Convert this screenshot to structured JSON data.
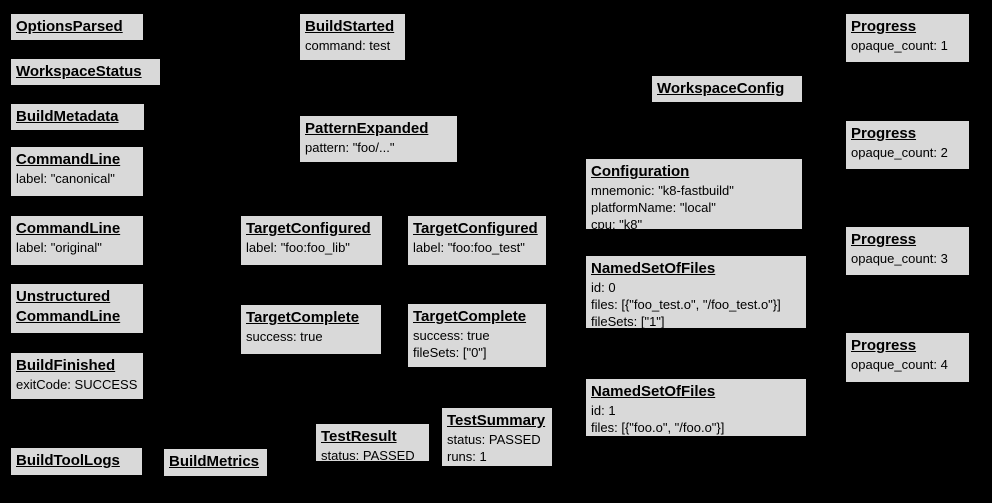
{
  "canvas": {
    "background_color": "#000000",
    "box_fill_color": "#d9d9d9",
    "box_border_color": "#000000",
    "text_color": "#000000"
  },
  "boxes": [
    {
      "title": "OptionsParsed",
      "lines": []
    },
    {
      "title": "WorkspaceStatus",
      "lines": []
    },
    {
      "title": "BuildMetadata",
      "lines": []
    },
    {
      "title": "CommandLine",
      "lines": [
        "label: \"canonical\""
      ]
    },
    {
      "title": "CommandLine",
      "lines": [
        "label: \"original\""
      ]
    },
    {
      "title": "Unstructured",
      "title2": "CommandLine",
      "lines": []
    },
    {
      "title": "BuildFinished",
      "lines": [
        "exitCode: SUCCESS"
      ]
    },
    {
      "title": "BuildToolLogs",
      "lines": []
    },
    {
      "title": "BuildMetrics",
      "lines": []
    },
    {
      "title": "BuildStarted",
      "lines": [
        "command: test"
      ]
    },
    {
      "title": "PatternExpanded",
      "lines": [
        "pattern: \"foo/...\""
      ]
    },
    {
      "title": "TargetConfigured",
      "lines": [
        "label: \"foo:foo_lib\""
      ]
    },
    {
      "title": "TargetConfigured",
      "lines": [
        "label: \"foo:foo_test\""
      ]
    },
    {
      "title": "TargetComplete",
      "lines": [
        "success: true"
      ]
    },
    {
      "title": "TargetComplete",
      "lines": [
        "success: true",
        "fileSets: [\"0\"]"
      ]
    },
    {
      "title": "TestResult",
      "lines": [
        "status: PASSED"
      ]
    },
    {
      "title": "TestSummary",
      "lines": [
        "status: PASSED",
        "runs: 1"
      ]
    },
    {
      "title": "WorkspaceConfig",
      "lines": []
    },
    {
      "title": "Configuration",
      "lines": [
        "mnemonic: \"k8-fastbuild\"",
        "platformName: \"local\"",
        "cpu: \"k8\""
      ]
    },
    {
      "title": "NamedSetOfFiles",
      "lines": [
        "id: 0",
        "files: [{\"foo_test.o\", \"/foo_test.o\"}]",
        "fileSets: [\"1\"]"
      ]
    },
    {
      "title": "NamedSetOfFiles",
      "lines": [
        "id: 1",
        "files: [{\"foo.o\", \"/foo.o\"}]"
      ]
    },
    {
      "title": "Progress",
      "lines": [
        "opaque_count: 1"
      ]
    },
    {
      "title": "Progress",
      "lines": [
        "opaque_count: 2"
      ]
    },
    {
      "title": "Progress",
      "lines": [
        "opaque_count: 3"
      ]
    },
    {
      "title": "Progress",
      "lines": [
        "opaque_count: 4"
      ]
    }
  ]
}
